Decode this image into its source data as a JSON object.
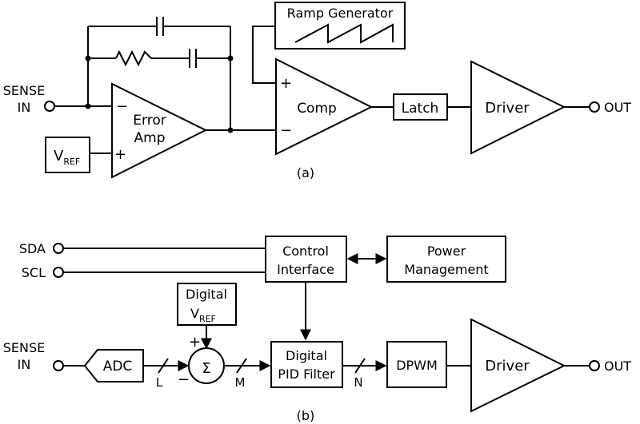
{
  "diagram_a": {
    "caption": "(a)",
    "sense_in": [
      "SENSE",
      "IN"
    ],
    "error_amp": [
      "Error",
      "Amp"
    ],
    "vref_main": "V",
    "vref_sub": "REF",
    "ramp_generator": "Ramp Generator",
    "comp": "Comp",
    "latch": "Latch",
    "driver": "Driver",
    "out": "OUT",
    "plus": "+",
    "minus": "−"
  },
  "diagram_b": {
    "caption": "(b)",
    "sda": "SDA",
    "scl": "SCL",
    "control_interface": [
      "Control",
      "Interface"
    ],
    "power_management": [
      "Power",
      "Management"
    ],
    "digital_vref_line1": "Digital",
    "digital_vref_main": "V",
    "digital_vref_sub": "REF",
    "sense_in": [
      "SENSE",
      "IN"
    ],
    "adc": "ADC",
    "sum_symbol": "Σ",
    "plus": "+",
    "minus": "−",
    "bus_l": "L",
    "bus_m": "M",
    "bus_n": "N",
    "pid_filter": [
      "Digital",
      "PID Filter"
    ],
    "dpwm": "DPWM",
    "driver": "Driver",
    "out": "OUT"
  }
}
